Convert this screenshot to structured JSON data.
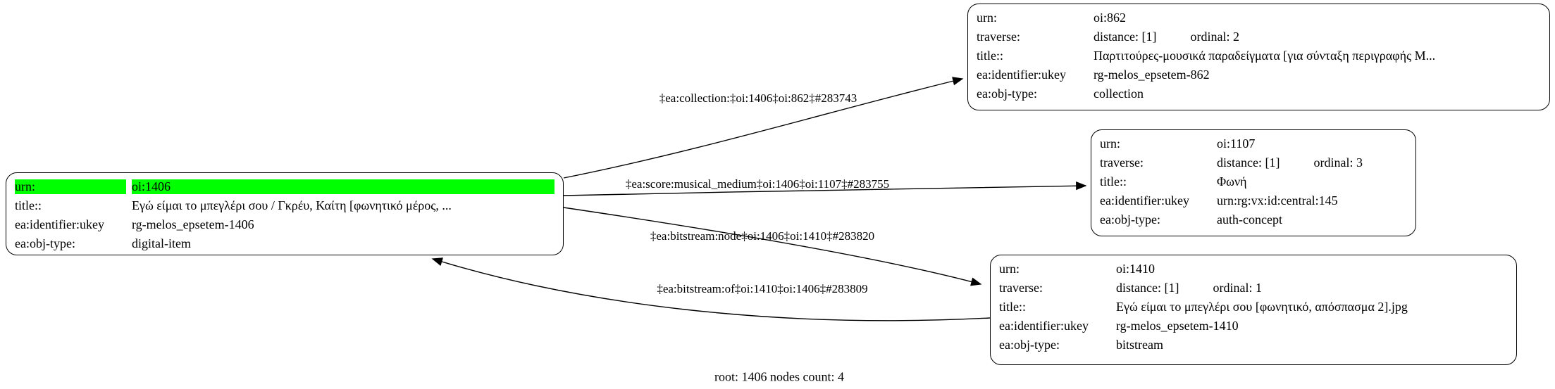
{
  "colors": {
    "highlight": "#00ff00",
    "node_border": "#000000",
    "edge": "#000000",
    "background": "#ffffff"
  },
  "caption": "root: 1406 nodes count: 4",
  "nodes": [
    {
      "id": "oi:1406",
      "rows": [
        {
          "label": "urn:",
          "value": "oi:1406",
          "highlight": true
        },
        {
          "label": "title::",
          "value": "Εγώ είμαι το μπεγλέρι σου / Γκρέυ, Καίτη [φωνητικό μέρος, ..."
        },
        {
          "label": "ea:identifier:ukey",
          "value": "rg-melos_epsetem-1406"
        },
        {
          "label": "ea:obj-type:",
          "value": "digital-item"
        }
      ]
    },
    {
      "id": "oi:862",
      "rows": [
        {
          "label": "urn:",
          "value": "oi:862"
        },
        {
          "label": "traverse:",
          "value": "distance: [1]",
          "value2": "ordinal: 2"
        },
        {
          "label": "title::",
          "value": "Παρτιτούρες-μουσικά παραδείγματα [για σύνταξη περιγραφής Μ..."
        },
        {
          "label": "ea:identifier:ukey",
          "value": "rg-melos_epsetem-862"
        },
        {
          "label": "ea:obj-type:",
          "value": "collection"
        }
      ]
    },
    {
      "id": "oi:1107",
      "rows": [
        {
          "label": "urn:",
          "value": "oi:1107"
        },
        {
          "label": "traverse:",
          "value": "distance: [1]",
          "value2": "ordinal: 3"
        },
        {
          "label": "title::",
          "value": "Φωνή"
        },
        {
          "label": "ea:identifier:ukey",
          "value": "urn:rg:vx:id:central:145"
        },
        {
          "label": "ea:obj-type:",
          "value": "auth-concept"
        }
      ]
    },
    {
      "id": "oi:1410",
      "rows": [
        {
          "label": "urn:",
          "value": "oi:1410"
        },
        {
          "label": "traverse:",
          "value": "distance: [1]",
          "value2": "ordinal: 1"
        },
        {
          "label": "title::",
          "value": "Εγώ είμαι το μπεγλέρι σου [φωνητικό, απόσπασμα 2].jpg"
        },
        {
          "label": "ea:identifier:ukey",
          "value": "rg-melos_epsetem-1410"
        },
        {
          "label": "ea:obj-type:",
          "value": "bitstream"
        }
      ]
    }
  ],
  "edges": [
    {
      "label": "‡ea:collection:‡oi:1406‡oi:862‡#283743"
    },
    {
      "label": "‡ea:score:musical_medium‡oi:1406‡oi:1107‡#283755"
    },
    {
      "label": "‡ea:bitstream:node‡oi:1406‡oi:1410‡#283820"
    },
    {
      "label": "‡ea:bitstream:of‡oi:1410‡oi:1406‡#283809"
    }
  ]
}
